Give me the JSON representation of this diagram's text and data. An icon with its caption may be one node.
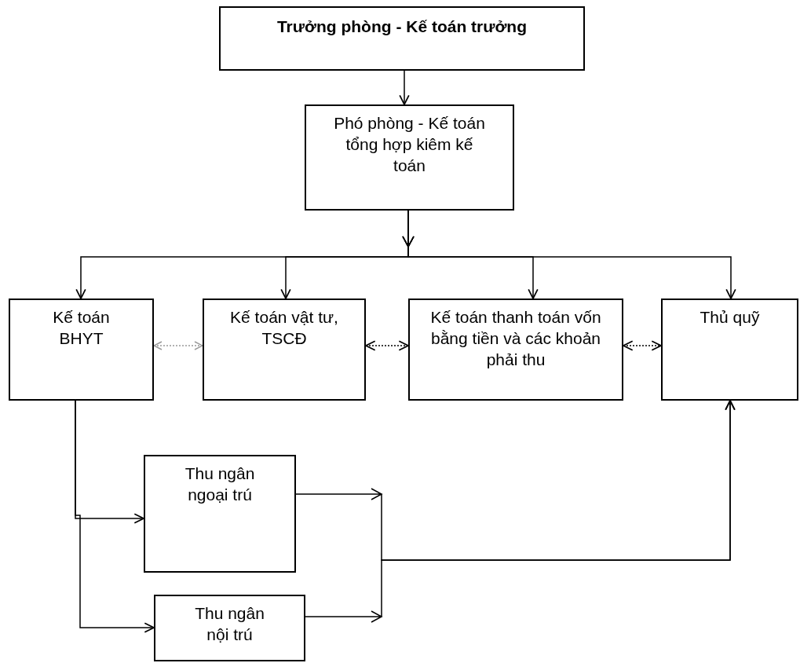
{
  "diagram": {
    "nodes": [
      {
        "text": [
          "Trưởng phòng - Kế toán trưởng"
        ]
      },
      {
        "text": [
          "Phó phòng - Kế toán tổng hợp kiêm kế toán"
        ]
      },
      {
        "text": [
          "Kế toán BHYT"
        ]
      },
      {
        "text": [
          "Kế toán vật tư, TSCĐ"
        ]
      },
      {
        "text": [
          "Kế toán thanh toán vốn bằng tiền và các khoản phải thu"
        ]
      },
      {
        "text": [
          "Thủ quỹ"
        ]
      },
      {
        "text": [
          "Thu ngân ngoại trú"
        ]
      },
      {
        "text": [
          "Thu ngân nội trú"
        ]
      }
    ],
    "edges": [
      {
        "from": 0,
        "to": 1,
        "arrow": "to"
      },
      {
        "from": 1,
        "to": 2,
        "arrow": "to"
      },
      {
        "from": 1,
        "to": 3,
        "arrow": "to"
      },
      {
        "from": 1,
        "to": 4,
        "arrow": "to"
      },
      {
        "from": 1,
        "to": 5,
        "arrow": "to"
      },
      {
        "from": 2,
        "to": 3,
        "arrow": "both",
        "style": "dashed",
        "color": "#999999"
      },
      {
        "from": 3,
        "to": 4,
        "arrow": "both",
        "style": "dashed"
      },
      {
        "from": 4,
        "to": 5,
        "arrow": "both",
        "style": "dashed"
      },
      {
        "from": 2,
        "to": 6,
        "arrow": "to"
      },
      {
        "from": 2,
        "to": 7,
        "arrow": "to"
      },
      {
        "from": 6,
        "to": 5,
        "arrow": "to"
      },
      {
        "from": 7,
        "to": 5,
        "arrow": "to"
      }
    ]
  }
}
